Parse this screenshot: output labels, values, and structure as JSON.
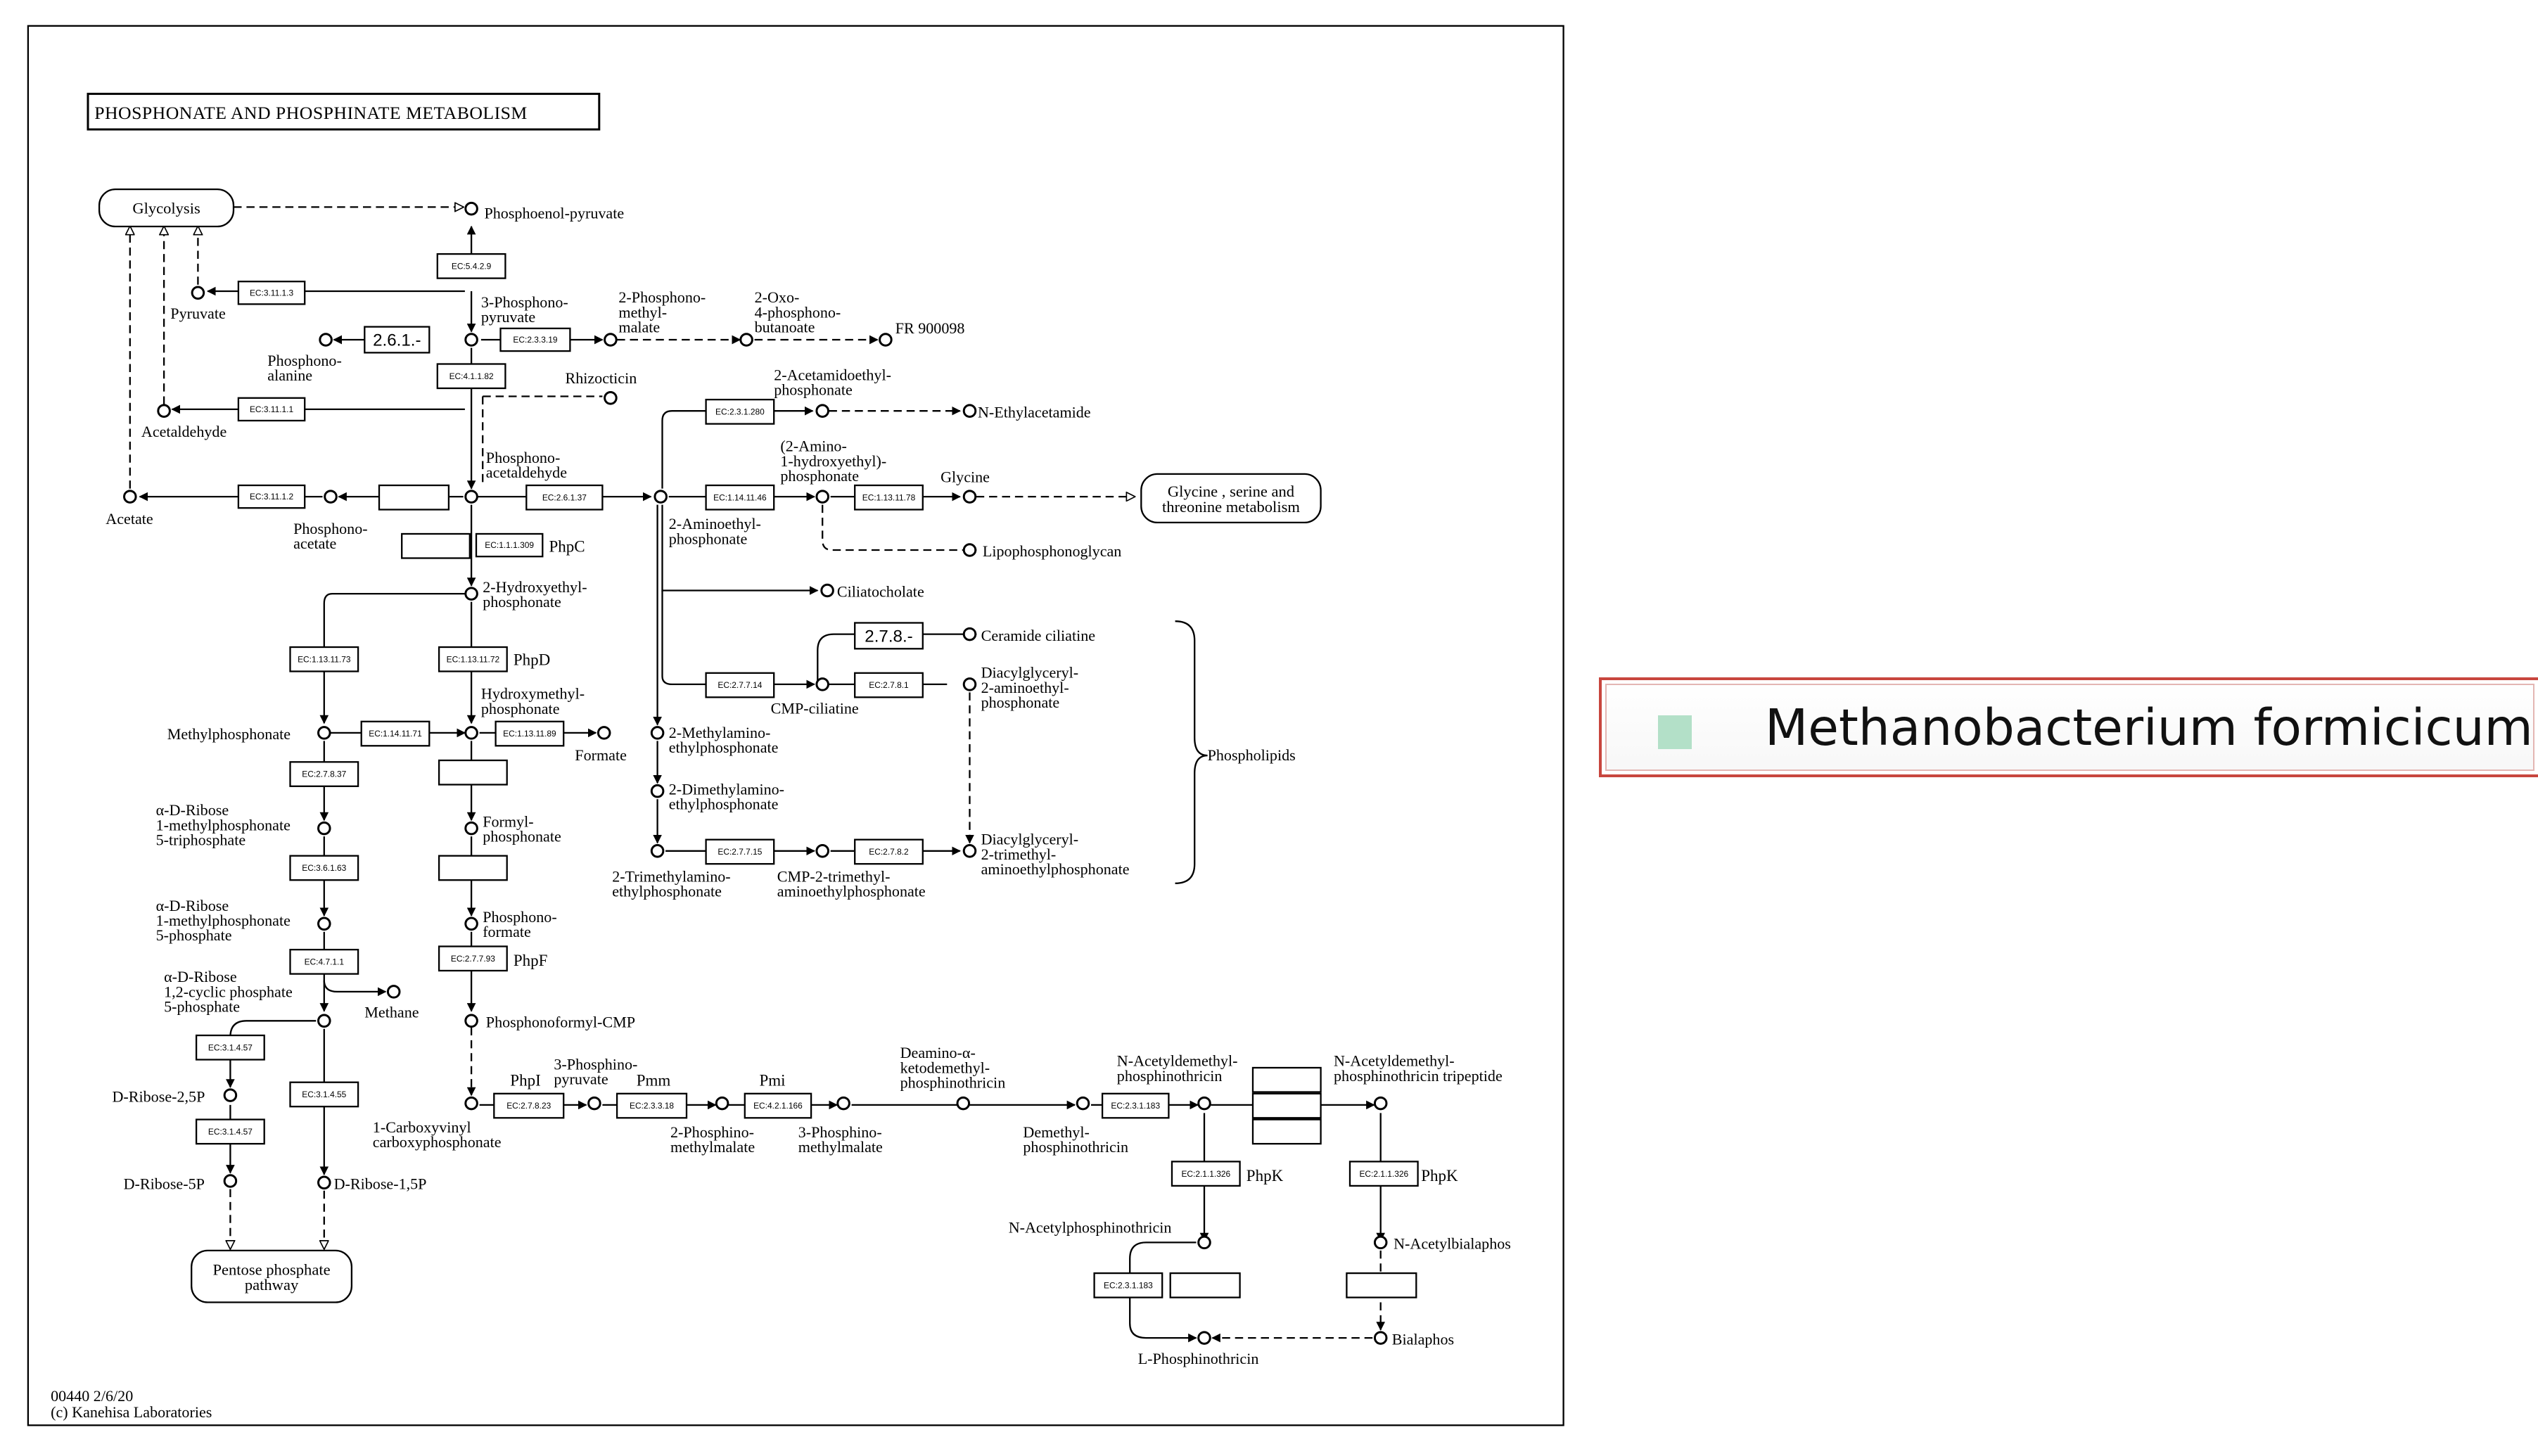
{
  "map_title": "PHOSPHONATE AND PHOSPHINATE METABOLISM",
  "footer": {
    "map_id": "00440 2/6/20",
    "copyright": "(c) Kanehisa Laboratories"
  },
  "legend": {
    "organism": "Methanobacterium formicicum",
    "swatch_color": "#b3e0c8",
    "border_color": "#c8463e"
  },
  "maps": {
    "glycolysis": "Glycolysis",
    "glycine": [
      "Glycine , serine and",
      "threonine metabolism"
    ],
    "pentose": [
      "Pentose phosphate",
      "pathway"
    ]
  },
  "compounds": {
    "pep": [
      "Phosphoenol-pyruvate"
    ],
    "pyruvate": [
      "Pyruvate"
    ],
    "ppyr": [
      "3-Phosphono-",
      "pyruvate"
    ],
    "palanine": [
      "Phosphono-",
      "alanine"
    ],
    "pmm": [
      "2-Phosphono-",
      "methyl-",
      "malate"
    ],
    "oxo": [
      "2-Oxo-",
      "4-phosphono-",
      "butanoate"
    ],
    "fr": [
      "FR 900098"
    ],
    "rhizo": [
      "Rhizocticin"
    ],
    "acetaldehyde": [
      "Acetaldehyde"
    ],
    "pacetald": [
      "Phosphono-",
      "acetaldehyde"
    ],
    "acetate": [
      "Acetate"
    ],
    "pacetate": [
      "Phosphono-",
      "acetate"
    ],
    "acetam": [
      "2-Acetamidoethyl-",
      "phosphonate"
    ],
    "nethyl": [
      "N-Ethylacetamide"
    ],
    "amino1": [
      "(2-Amino-",
      "1-hydroxyethyl)-",
      "phosphonate"
    ],
    "glycine": [
      "Glycine"
    ],
    "aep": [
      "2-Aminoethyl-",
      "phosphonate"
    ],
    "lipo": [
      "Lipophosphonoglycan"
    ],
    "cilia": [
      "Ciliatocholate"
    ],
    "hep": [
      "2-Hydroxyethyl-",
      "phosphonate"
    ],
    "ceramide": [
      "Ceramide ciliatine"
    ],
    "methylp": [
      "Methylphosphonate"
    ],
    "hmp": [
      "Hydroxymethyl-",
      "phosphonate"
    ],
    "formate": [
      "Formate"
    ],
    "cmpcil": [
      "CMP-ciliatine"
    ],
    "diacyl1": [
      "Diacylglyceryl-",
      "2-aminoethyl-",
      "phosphonate"
    ],
    "methylam": [
      "2-Methylamino-",
      "ethylphosphonate"
    ],
    "phospholipids": [
      "Phospholipids"
    ],
    "ribose5tp": [
      "α-D-Ribose",
      "1-methylphosphonate",
      "5-triphosphate"
    ],
    "dimethyl": [
      "2-Dimethylamino-",
      "ethylphosphonate"
    ],
    "formylp": [
      "Formyl-",
      "phosphonate"
    ],
    "trimethyl": [
      "2-Trimethylamino-",
      "ethylphosphonate"
    ],
    "cmptri": [
      "CMP-2-trimethyl-",
      "aminoethylphosphonate"
    ],
    "diacyl2": [
      "Diacylglyceryl-",
      "2-trimethyl-",
      "aminoethylphosphonate"
    ],
    "ribose5p": [
      "α-D-Ribose",
      "1-methylphosphonate",
      "5-phosphate"
    ],
    "pformate": [
      "Phosphono-",
      "formate"
    ],
    "ribosecyc": [
      "α-D-Ribose",
      "1,2-cyclic phosphate",
      "5-phosphate"
    ],
    "methane": [
      "Methane"
    ],
    "pfcmp": [
      "Phosphonoformyl-CMP"
    ],
    "ppyr2": [
      "3-Phosphino-",
      "pyruvate"
    ],
    "deamino": [
      "Deamino-α-",
      "ketodemethyl-",
      "phosphinothricin"
    ],
    "nacdem": [
      "N-Acetyldemethyl-",
      "phosphinothricin"
    ],
    "nactri": [
      "N-Acetyldemethyl-",
      "phosphinothricin tripeptide"
    ],
    "dribose25": [
      "D-Ribose-2,5P"
    ],
    "carboxy": [
      "1-Carboxyvinyl",
      "carboxyphosphonate"
    ],
    "pmal2": [
      "2-Phosphino-",
      "methylmalate"
    ],
    "pmal3": [
      "3-Phosphino-",
      "methylmalate"
    ],
    "demethyl": [
      "Demethyl-",
      "phosphinothricin"
    ],
    "dribose5": [
      "D-Ribose-5P"
    ],
    "dribose15": [
      "D-Ribose-1,5P"
    ],
    "nacppt": [
      "N-Acetylphosphinothricin"
    ],
    "nacbial": [
      "N-Acetylbialaphos"
    ],
    "bialaphos": [
      "Bialaphos"
    ],
    "lppt": [
      "L-Phosphinothricin"
    ]
  },
  "enzymes": {
    "e1": "EC:5.4.2.9",
    "e2": "EC:3.11.1.3",
    "e3": "2.6.1.-",
    "e4": "EC:2.3.3.19",
    "e5": "EC:4.1.1.82",
    "e6": "EC:3.11.1.1",
    "e7": "EC:3.11.1.2",
    "e8": "EC:2.6.1.37",
    "e9": "EC:2.3.1.280",
    "e10": "EC:1.14.11.46",
    "e11": "EC:1.13.11.78",
    "e12": "EC:1.1.1.309",
    "e13": "EC:1.13.11.73",
    "e14": "EC:1.13.11.72",
    "e15": "2.7.8.-",
    "e16": "EC:2.7.7.14",
    "e17": "EC:2.7.8.1",
    "e18": "EC:1.14.11.71",
    "e19": "EC:1.13.11.89",
    "e20": "EC:2.7.8.37",
    "e21": "EC:2.7.7.15",
    "e22": "EC:2.7.8.2",
    "e23": "EC:3.6.1.63",
    "e24": "EC:4.7.1.1",
    "e25": "EC:2.7.7.93",
    "e26": "EC:3.1.4.57",
    "e27": "EC:2.7.8.23",
    "e28": "EC:2.3.3.18",
    "e29": "EC:4.2.1.166",
    "e30": "EC:2.3.1.183",
    "e31": "EC:3.1.4.57",
    "e32": "EC:3.1.4.55",
    "e33": "EC:2.1.1.326",
    "e34": "EC:2.1.1.326",
    "e35": "EC:2.3.1.183"
  },
  "gene_labels": {
    "phpc": "PhpC",
    "phpd": "PhpD",
    "phpf": "PhpF",
    "phpi": "PhpI",
    "pmm": "Pmm",
    "pmi": "Pmi",
    "phpk1": "PhpK",
    "phpk2": "PhpK"
  }
}
